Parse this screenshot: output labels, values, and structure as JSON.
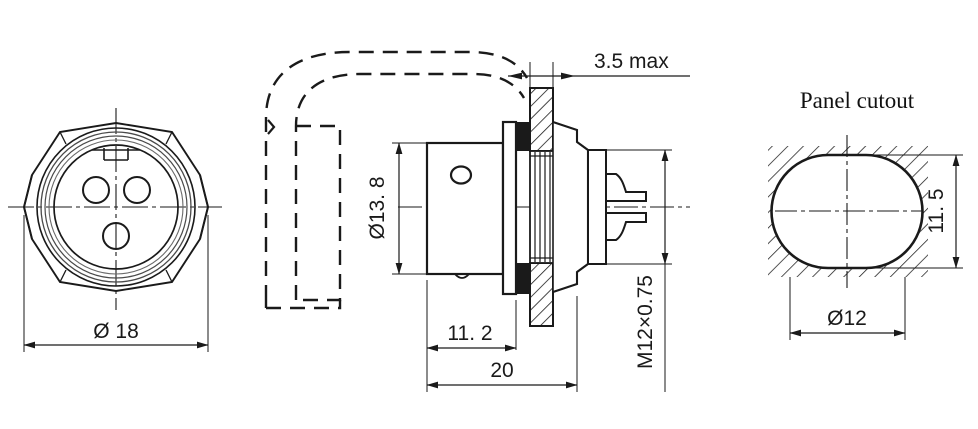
{
  "drawing": {
    "title": "M12 3-pin panel mount connector outline drawing",
    "background": "#ffffff",
    "line_color": "#1a1a1a"
  },
  "views": {
    "front": {
      "name": "front-view",
      "outline": "hexagonal knurled shell",
      "pin_count": 3,
      "dimension": "Ø 18"
    },
    "side": {
      "name": "side-section-view",
      "cable_loop": "dashed bend radius outline",
      "body_dimension": "Ø13. 8",
      "thread": "M12×0.75",
      "panel_thickness": "3.5 max",
      "length_partial": "11. 2",
      "length_total": "20"
    },
    "cutout": {
      "name": "panel-cutout-view",
      "label": "Panel cutout",
      "width": "Ø12",
      "height": "11. 5"
    }
  },
  "labels": {
    "dia18": "Ø 18",
    "dia13_8": "Ø13. 8",
    "thread": "M12×0.75",
    "max35": "3.5 max",
    "len11_2": "11. 2",
    "len20": "20",
    "panel_cutout": "Panel cutout",
    "dia12": "Ø12",
    "h11_5": "11. 5"
  }
}
